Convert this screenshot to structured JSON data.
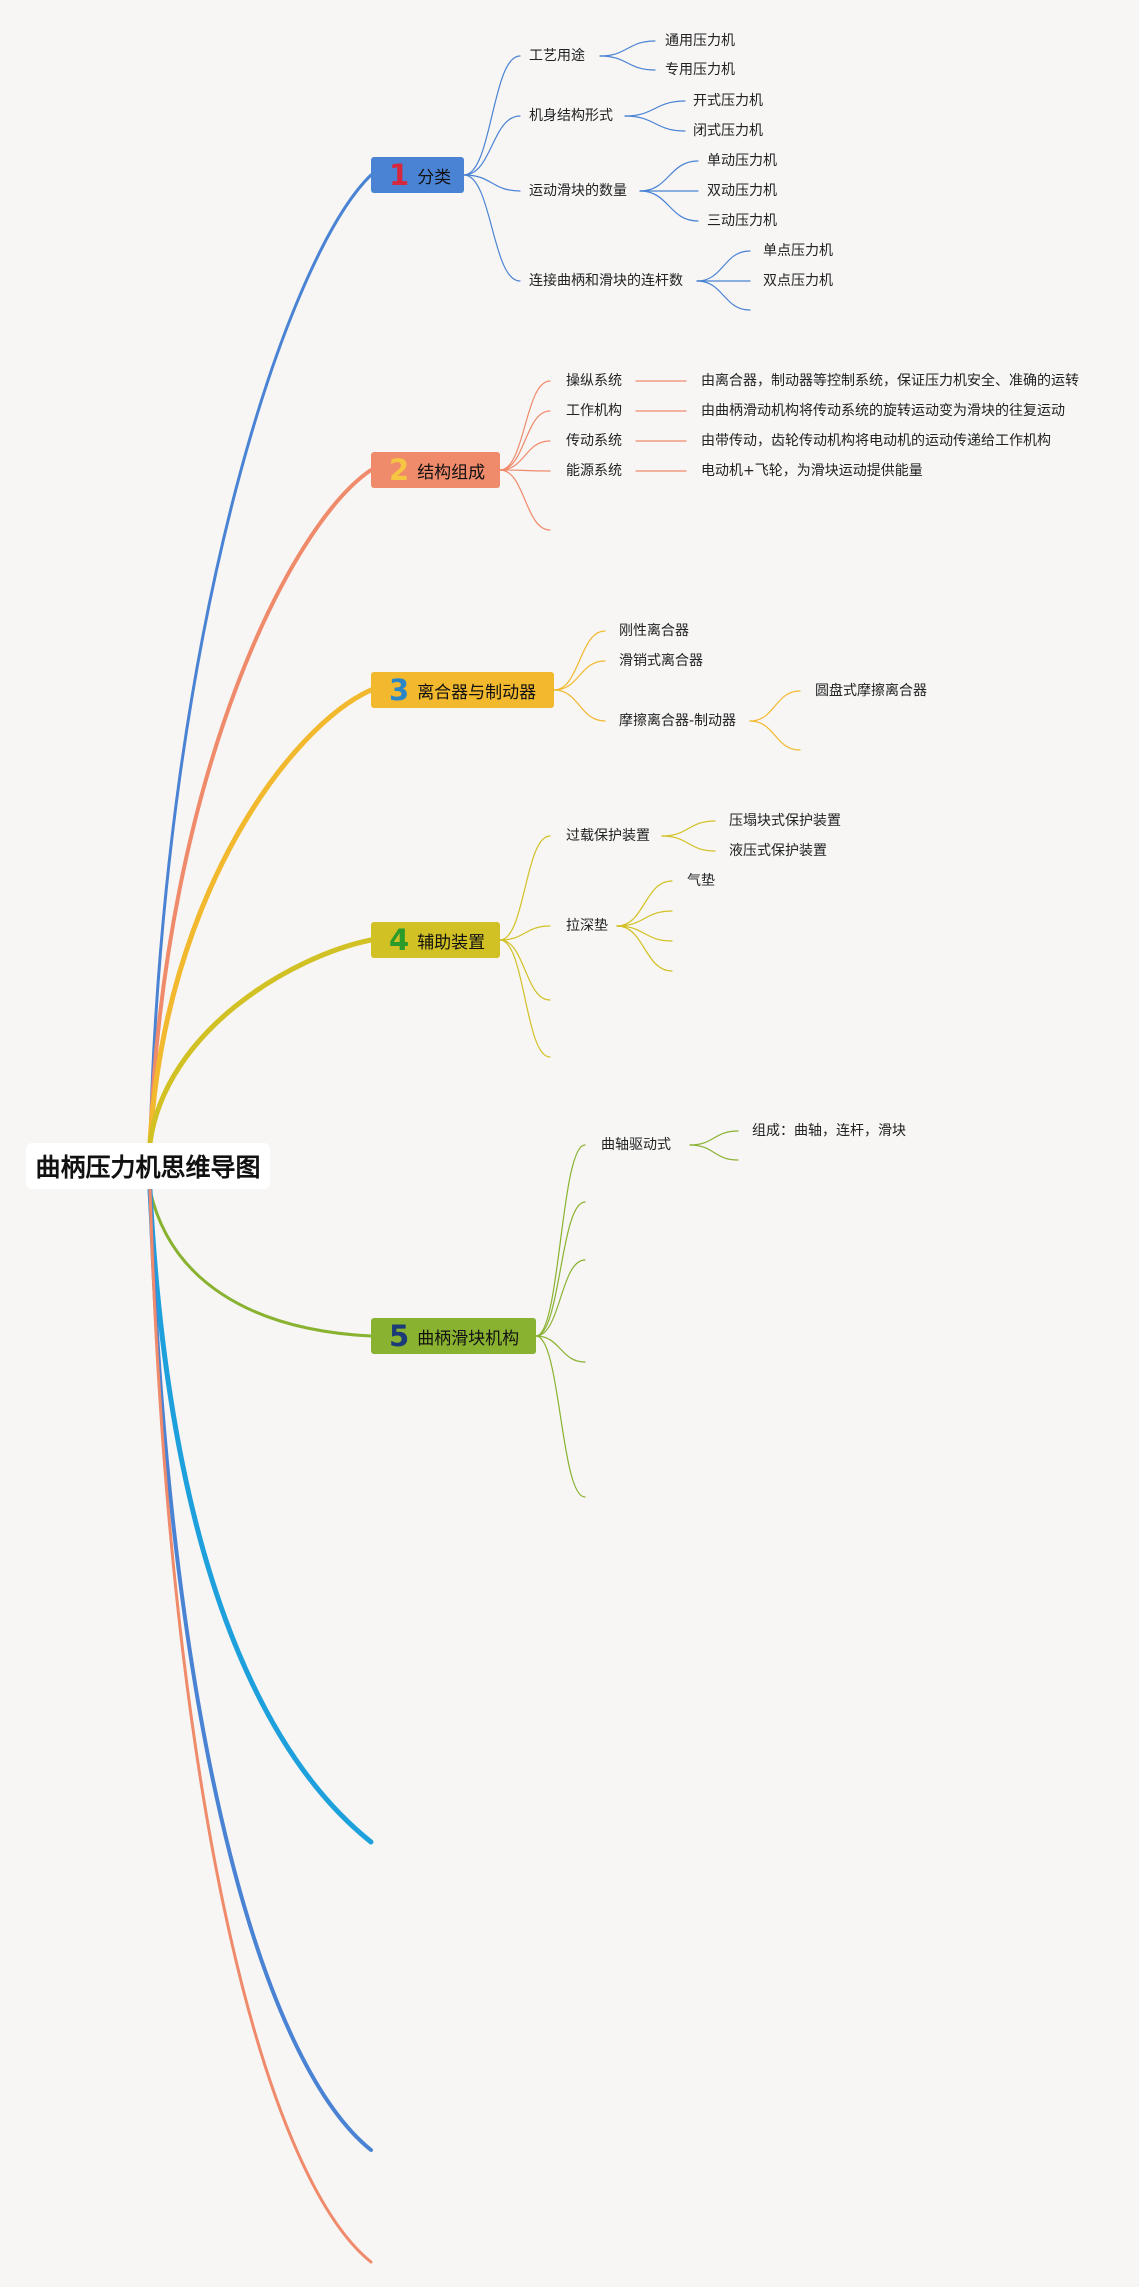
{
  "root": {
    "title": "曲柄压力机思维导图"
  },
  "colors": {
    "blue": "#4a83d4",
    "orange": "#ef8a6b",
    "yellow": "#f2b92e",
    "olive": "#d2c124",
    "green": "#8ab231",
    "cyan": "#1ea0dc",
    "num_red": "#d6283c",
    "num_yellow": "#f6c642",
    "num_blue": "#2b86c8",
    "num_green": "#2a9a2a",
    "num_navy": "#1b3a78"
  },
  "branches": [
    {
      "num": "1",
      "label": "分类",
      "children": [
        {
          "label": "工艺用途",
          "children": [
            {
              "label": "通用压力机"
            },
            {
              "label": "专用压力机"
            }
          ]
        },
        {
          "label": "机身结构形式",
          "children": [
            {
              "label": "开式压力机"
            },
            {
              "label": "闭式压力机"
            }
          ]
        },
        {
          "label": "运动滑块的数量",
          "children": [
            {
              "label": "单动压力机"
            },
            {
              "label": "双动压力机"
            },
            {
              "label": "三动压力机"
            }
          ]
        },
        {
          "label": "连接曲柄和滑块的连杆数",
          "children": [
            {
              "label": "单点压力机"
            },
            {
              "label": "双点压力机"
            }
          ]
        }
      ]
    },
    {
      "num": "2",
      "label": "结构组成",
      "children": [
        {
          "label": "操纵系统",
          "detail": "由离合器，制动器等控制系统，保证压力机安全、准确的运转"
        },
        {
          "label": "工作机构",
          "detail": "由曲柄滑动机构将传动系统的旋转运动变为滑块的往复运动"
        },
        {
          "label": "传动系统",
          "detail": "由带传动，齿轮传动机构将电动机的运动传递给工作机构"
        },
        {
          "label": "能源系统",
          "detail": "电动机+飞轮，为滑块运动提供能量"
        }
      ]
    },
    {
      "num": "3",
      "label": "离合器与制动器",
      "children": [
        {
          "label": "刚性离合器"
        },
        {
          "label": "滑销式离合器"
        },
        {
          "label": "摩擦离合器-制动器",
          "children": [
            {
              "label": "圆盘式摩擦离合器"
            }
          ]
        }
      ]
    },
    {
      "num": "4",
      "label": "辅助装置",
      "children": [
        {
          "label": "过载保护装置",
          "children": [
            {
              "label": "压塌块式保护装置"
            },
            {
              "label": "液压式保护装置"
            }
          ]
        },
        {
          "label": "拉深垫",
          "children": [
            {
              "label": "气垫"
            }
          ]
        }
      ]
    },
    {
      "num": "5",
      "label": "曲柄滑块机构",
      "children": [
        {
          "label": "曲轴驱动式",
          "children": [
            {
              "label": "组成：曲轴，连杆，滑块"
            }
          ]
        }
      ]
    }
  ]
}
